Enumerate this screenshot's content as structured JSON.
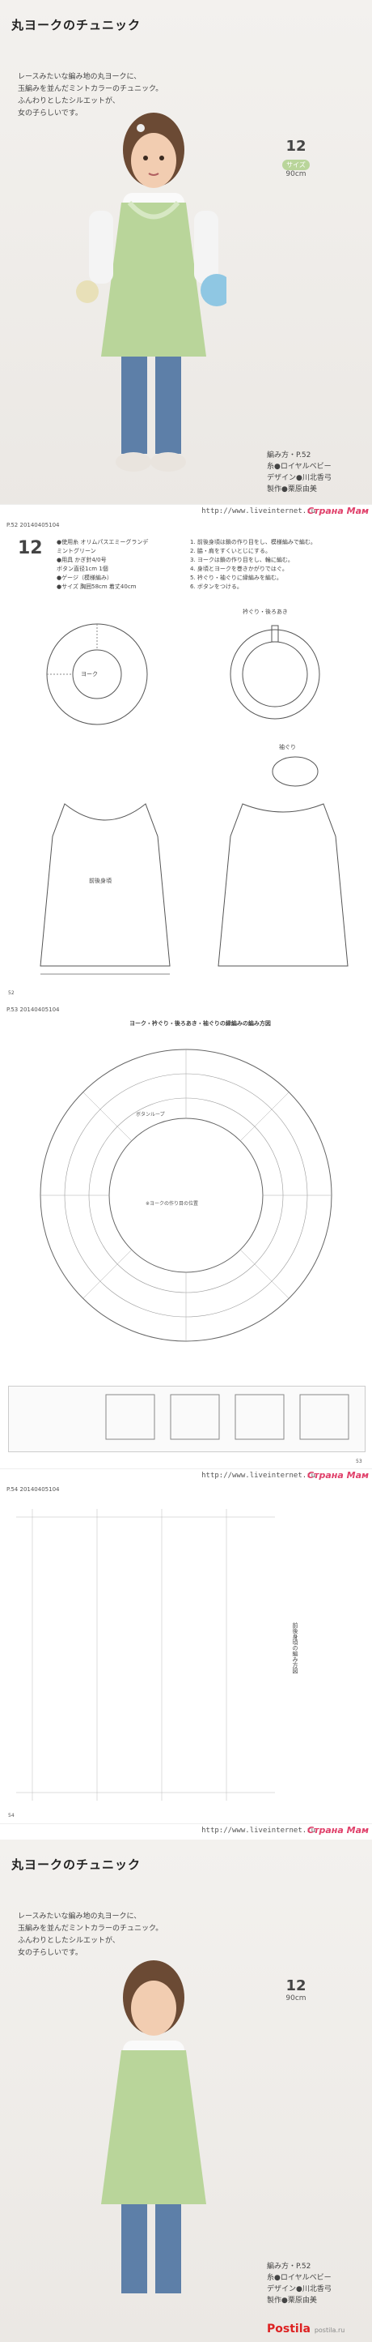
{
  "section1": {
    "title": "丸ヨークのチュニック",
    "intro": [
      "レースみたいな編み地の丸ヨークに、",
      "玉編みを並んだミントカラーのチュニック。",
      "ふんわりとしたシルエットが、",
      "女の子らしいです。"
    ],
    "pattern_number": "12",
    "size_badge": "サイズ",
    "size": "90cm",
    "credit": [
      "編み方・P.52",
      "糸●ロイヤルベビー",
      "デザイン●川北香弓",
      "製作●栗原由美"
    ]
  },
  "separator": {
    "url": "http://www.liveinternet.ru",
    "logo": "Страна Мам"
  },
  "page52": {
    "header": "P.52 20140405104",
    "pattern_number": "12",
    "materials": [
      "●使用糸 オリムパスエミーグランデ",
      "ミントグリーン",
      "●用具 かぎ針4/0号",
      "ボタン直径1cm 1個",
      "●ゲージ（模様編み）",
      "●サイズ 胸囲58cm 着丈40cm"
    ],
    "steps": [
      "1. 前後身頃は鎖の作り目をし、模様編みで編む。",
      "2. 脇・肩をすくいとじにする。",
      "3. ヨークは鎖の作り目をし、輪に編む。",
      "4. 身頃とヨークを巻きかがりではぐ。",
      "5. 衿ぐり・袖ぐりに縁編みを編む。",
      "6. ボタンをつける。"
    ],
    "yoke_label": "ヨーク",
    "cuff_label": "衿ぐり・後ろあき",
    "sleeve_label": "袖ぐり",
    "body_label": "前後身頃",
    "page_no": "52"
  },
  "page53": {
    "header": "P.53 20140405104",
    "chart_title": "ヨーク・衿ぐり・後ろあき・袖ぐりの縁編みの編み方図",
    "button_loop": "ボタンループ",
    "note": "※ヨークの作り目の位置",
    "page_no": "53"
  },
  "page54": {
    "header": "P.54 20140405104",
    "chart_title": "前後身頃の編み方図",
    "page_no": "54"
  },
  "section2": {
    "title": "丸ヨークのチュニック",
    "intro": [
      "レースみたいな編み地の丸ヨークに、",
      "玉編みを並んだミントカラーのチュニック。",
      "ふんわりとしたシルエットが、",
      "女の子らしいです。"
    ],
    "pattern_number": "12",
    "size": "90cm",
    "credit": [
      "編み方・P.52",
      "糸●ロイヤルベビー",
      "デザイン●川北香弓",
      "製作●栗原由美"
    ]
  },
  "footer": {
    "logo": "Postila",
    "text": "postila.ru"
  }
}
